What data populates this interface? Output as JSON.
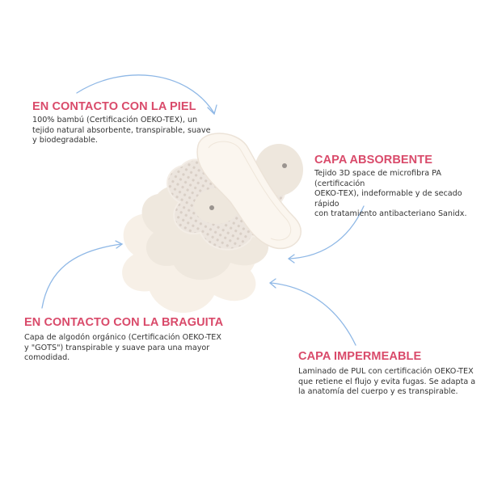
{
  "layers": [
    {
      "id": "piel",
      "title": "EN CONTACTO CON LA PIEL",
      "lines": [
        "100% bambú (Certificación OEKO-TEX), un",
        "tejido natural absorbente, transpirable, suave",
        "y biodegradable."
      ]
    },
    {
      "id": "absorbente",
      "title": "CAPA ABSORBENTE",
      "lines": [
        "Tejido 3D space de microfibra PA (certificación",
        "OEKO-TEX), indeformable y de secado rápido",
        "con tratamiento antibacteriano Sanidx."
      ]
    },
    {
      "id": "braguita",
      "title": "EN CONTACTO CON LA BRAGUITA",
      "lines": [
        "Capa de algodón orgánico (Certificación OEKO-TEX",
        "y \"GOTS\") transpirable y suave para una mayor",
        "comodidad."
      ]
    },
    {
      "id": "impermeable",
      "title": "CAPA IMPERMEABLE",
      "lines": [
        "Laminado de PUL con certificación OEKO-TEX",
        "que retiene el flujo y evita fugas. Se adapta a",
        "la anatomía del cuerpo y es transpirable."
      ]
    }
  ],
  "colors": {
    "title": "#d94a6a",
    "text": "#333333",
    "arrow": "#8fb8e6",
    "pad_top": "#fbf5ee",
    "mesh": "#ece4dc",
    "layer3": "#efe8df",
    "layer4": "#f6efe6"
  }
}
